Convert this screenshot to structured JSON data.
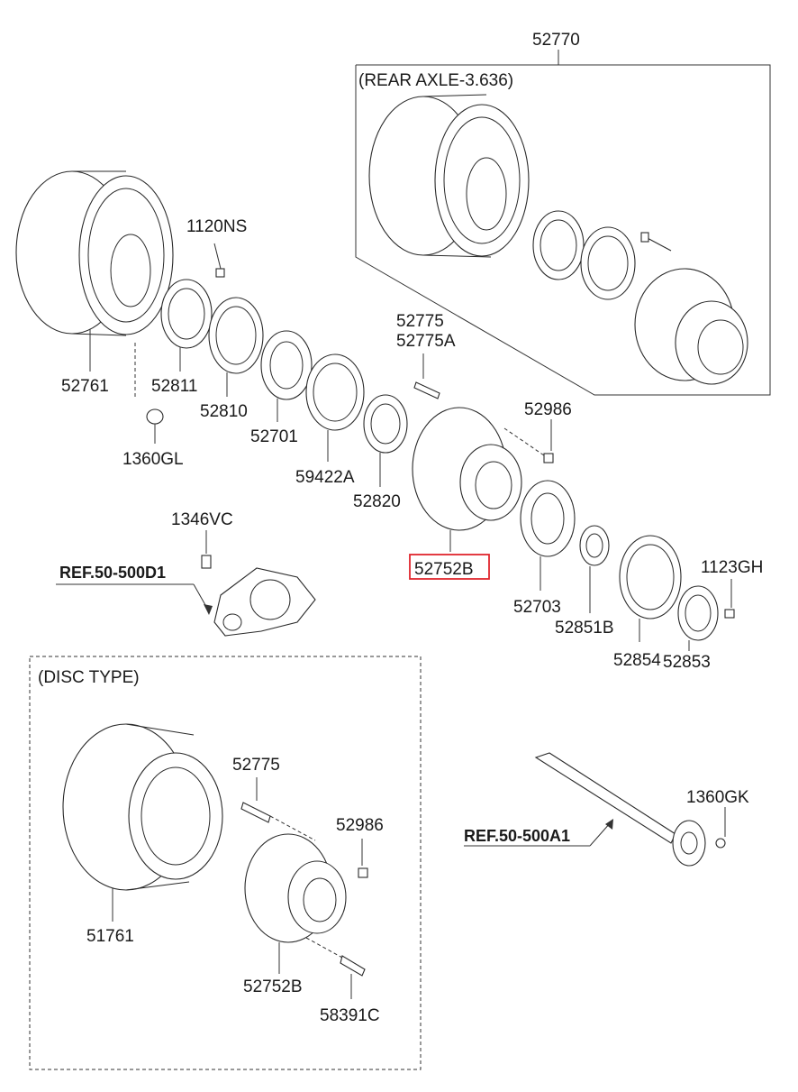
{
  "groups": {
    "rear_axle": "(REAR AXLE-3.636)",
    "disc_type": "(DISC TYPE)"
  },
  "parts": {
    "p52770": "52770",
    "p1120NS": "1120NS",
    "p52761": "52761",
    "p52811": "52811",
    "p52810": "52810",
    "p1360GL": "1360GL",
    "p52701": "52701",
    "p59422A": "59422A",
    "p52820": "52820",
    "p52775": "52775",
    "p52775A": "52775A",
    "p52986": "52986",
    "p52752B": "52752B",
    "p52703": "52703",
    "p52851B": "52851B",
    "p52854": "52854",
    "p52853": "52853",
    "p1123GH": "1123GH",
    "p1346VC": "1346VC",
    "p51761": "51761",
    "disc_52775": "52775",
    "disc_52986": "52986",
    "disc_52752B": "52752B",
    "p58391C": "58391C",
    "p1360GK": "1360GK"
  },
  "refs": {
    "ref_d1": "REF.50-500D1",
    "ref_a1": "REF.50-500A1"
  },
  "highlight_color": "#e0262d"
}
